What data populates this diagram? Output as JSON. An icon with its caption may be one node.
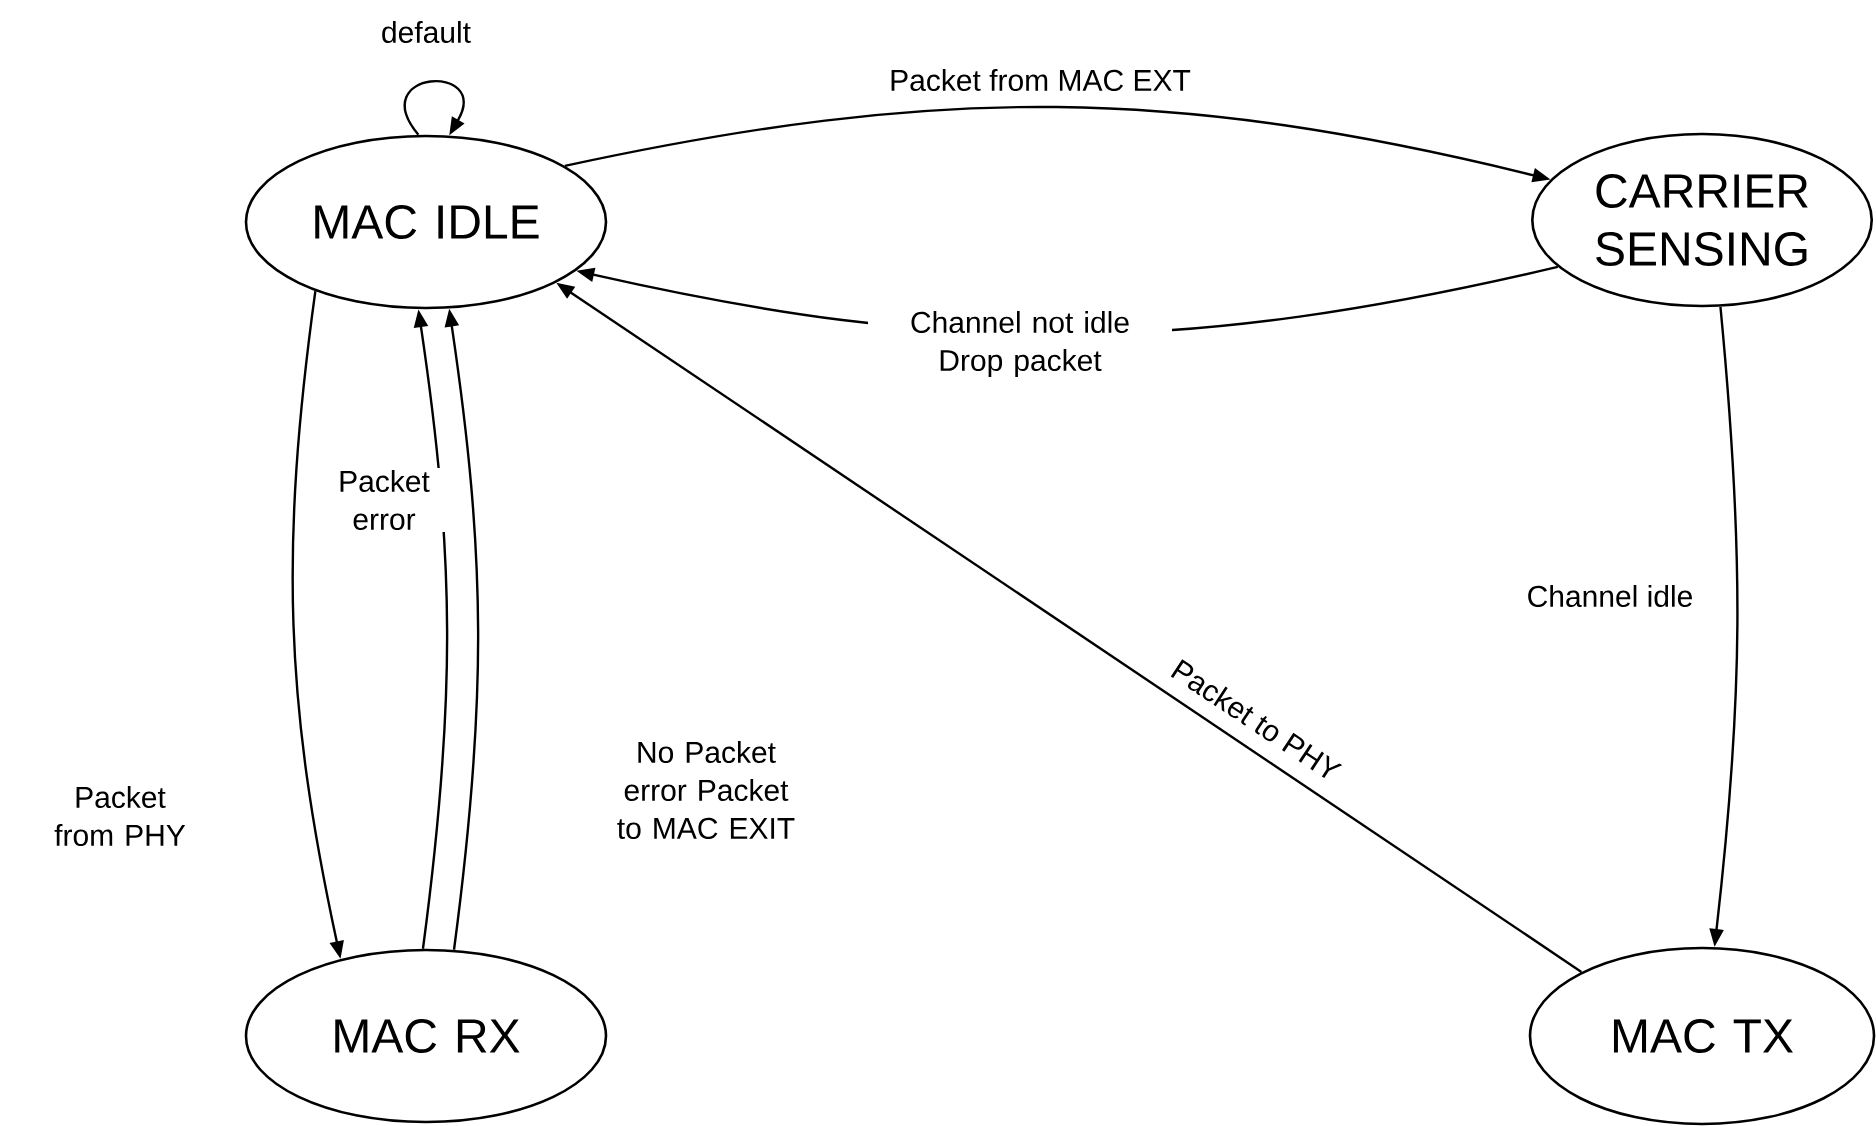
{
  "diagram": {
    "nodes": [
      {
        "text": [
          "MAC IDLE"
        ]
      },
      {
        "text": [
          "CARRIER SENSING"
        ]
      },
      {
        "text": [
          "MAC RX"
        ]
      },
      {
        "text": [
          "MAC TX"
        ]
      }
    ],
    "edges": [
      {
        "from": 0,
        "to": 0,
        "arrow": "to",
        "label": "default"
      },
      {
        "from": 0,
        "to": 1,
        "arrow": "to",
        "label": "Packet from MAC EXT"
      },
      {
        "from": 1,
        "to": 0,
        "arrow": "to",
        "label": "Channel not idle Drop packet"
      },
      {
        "from": 0,
        "to": 2,
        "arrow": "to",
        "label": "Packet from PHY"
      },
      {
        "from": 2,
        "to": 0,
        "arrow": "to",
        "label": "Packet error"
      },
      {
        "from": 2,
        "to": 0,
        "arrow": "to",
        "label": "No Packet error Packet to MAC EXIT"
      },
      {
        "from": 1,
        "to": 3,
        "arrow": "to",
        "label": "Channel idle"
      },
      {
        "from": 3,
        "to": 0,
        "arrow": "to",
        "label": "Packet to PHY"
      }
    ]
  }
}
